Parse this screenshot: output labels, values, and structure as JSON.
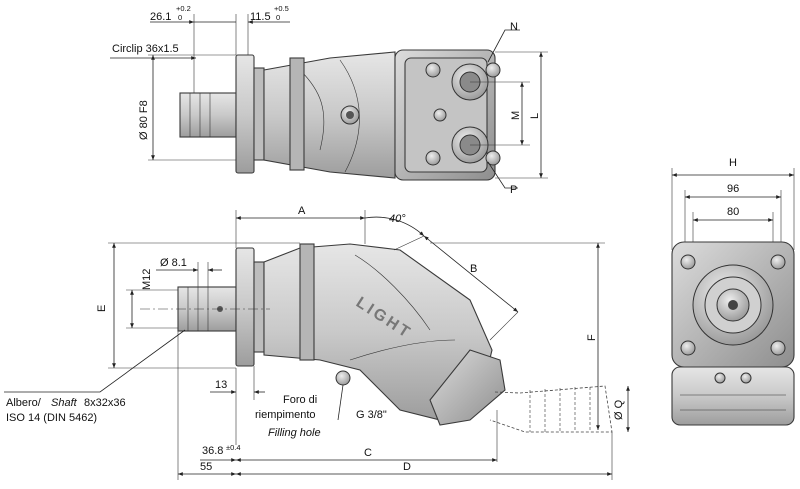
{
  "top_view": {
    "dim_26": "26.1",
    "dim_26_tol_upper": "+0.2",
    "dim_26_tol_lower": "0",
    "dim_11": "11.5",
    "dim_11_tol_upper": "+0.5",
    "dim_11_tol_lower": "0",
    "circlip": "Circlip 36x1.5",
    "flange_dia": "Ø 80 F8",
    "port_n": "N",
    "port_m": "M",
    "port_l": "L",
    "port_p": "P"
  },
  "side_view": {
    "dim_a": "A",
    "angle": "40°",
    "dim_b": "B",
    "dim_e": "E",
    "dim_m12": "M12",
    "dim_hole": "Ø 8.1",
    "dim_f": "F",
    "dim_13": "13",
    "dim_36": "36.8",
    "dim_36_tol": "±0.4",
    "dim_c": "C",
    "dim_55": "55",
    "dim_d": "D",
    "dim_q": "Ø Q",
    "body_text": "LIGHT",
    "shaft_label_it": "Albero/",
    "shaft_label_en": "Shaft",
    "shaft_spec": "8x32x36",
    "shaft_standard": "ISO 14 (DIN 5462)",
    "fill_label_line1": "Foro di",
    "fill_label_line2": "riempimento",
    "fill_label_en": "Filling hole",
    "fill_thread": "G 3/8\""
  },
  "front_view": {
    "dim_h": "H",
    "dim_96": "96",
    "dim_80": "80"
  }
}
